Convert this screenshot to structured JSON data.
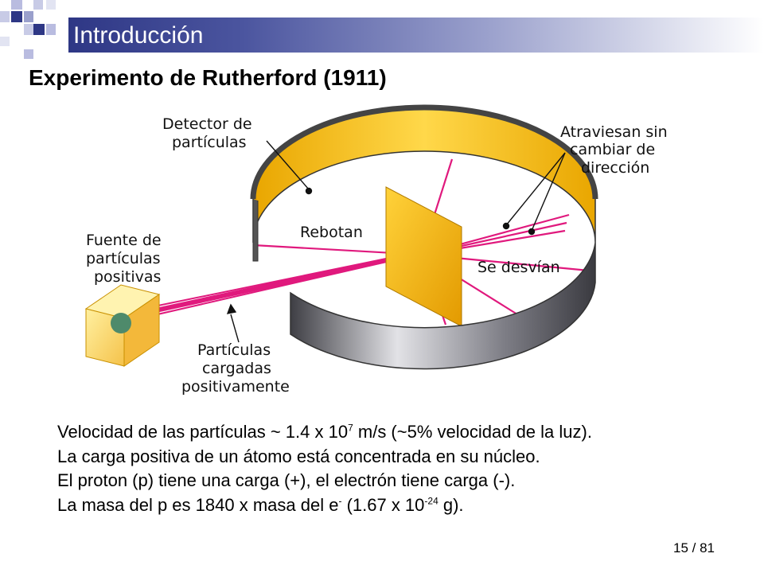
{
  "slide": {
    "title": "Introducción",
    "subtitle": "Experimento de Rutherford (1911)",
    "page_current": "15",
    "page_separator": " / ",
    "page_total": "81"
  },
  "diagram": {
    "labels": {
      "detector": [
        "Detector de",
        "partículas"
      ],
      "pass": [
        "Atraviesan sin",
        "cambiar de",
        "dirección"
      ],
      "source": [
        "Fuente de",
        "partículas",
        "positivas"
      ],
      "rebound": "Rebotan",
      "deflect": "Se desvían",
      "beam": [
        "Partículas",
        "cargadas",
        "positivamente"
      ]
    },
    "colors": {
      "ring_inside": "#f2b705",
      "ring_outside": "#5f5f66",
      "foil": "#f0b000",
      "beam": "#e0197d",
      "title_bar": "#2e3785"
    }
  },
  "bullets": [
    {
      "pre": "Velocidad de las partículas ~ 1.4 x 10",
      "sup": "7",
      "post": " m/s (~5% velocidad de la luz)."
    },
    {
      "pre": "La carga positiva de un átomo está concentrada en su núcleo.",
      "sup": "",
      "post": ""
    },
    {
      "pre": "El proton (p) tiene una carga (+), el electrón tiene carga (-).",
      "sup": "",
      "post": ""
    },
    {
      "pre": "La masa del p es 1840 x masa del e",
      "sup": "-",
      "post": " (1.67 x 10",
      "sup2": "-24",
      "post2": " g)."
    }
  ]
}
